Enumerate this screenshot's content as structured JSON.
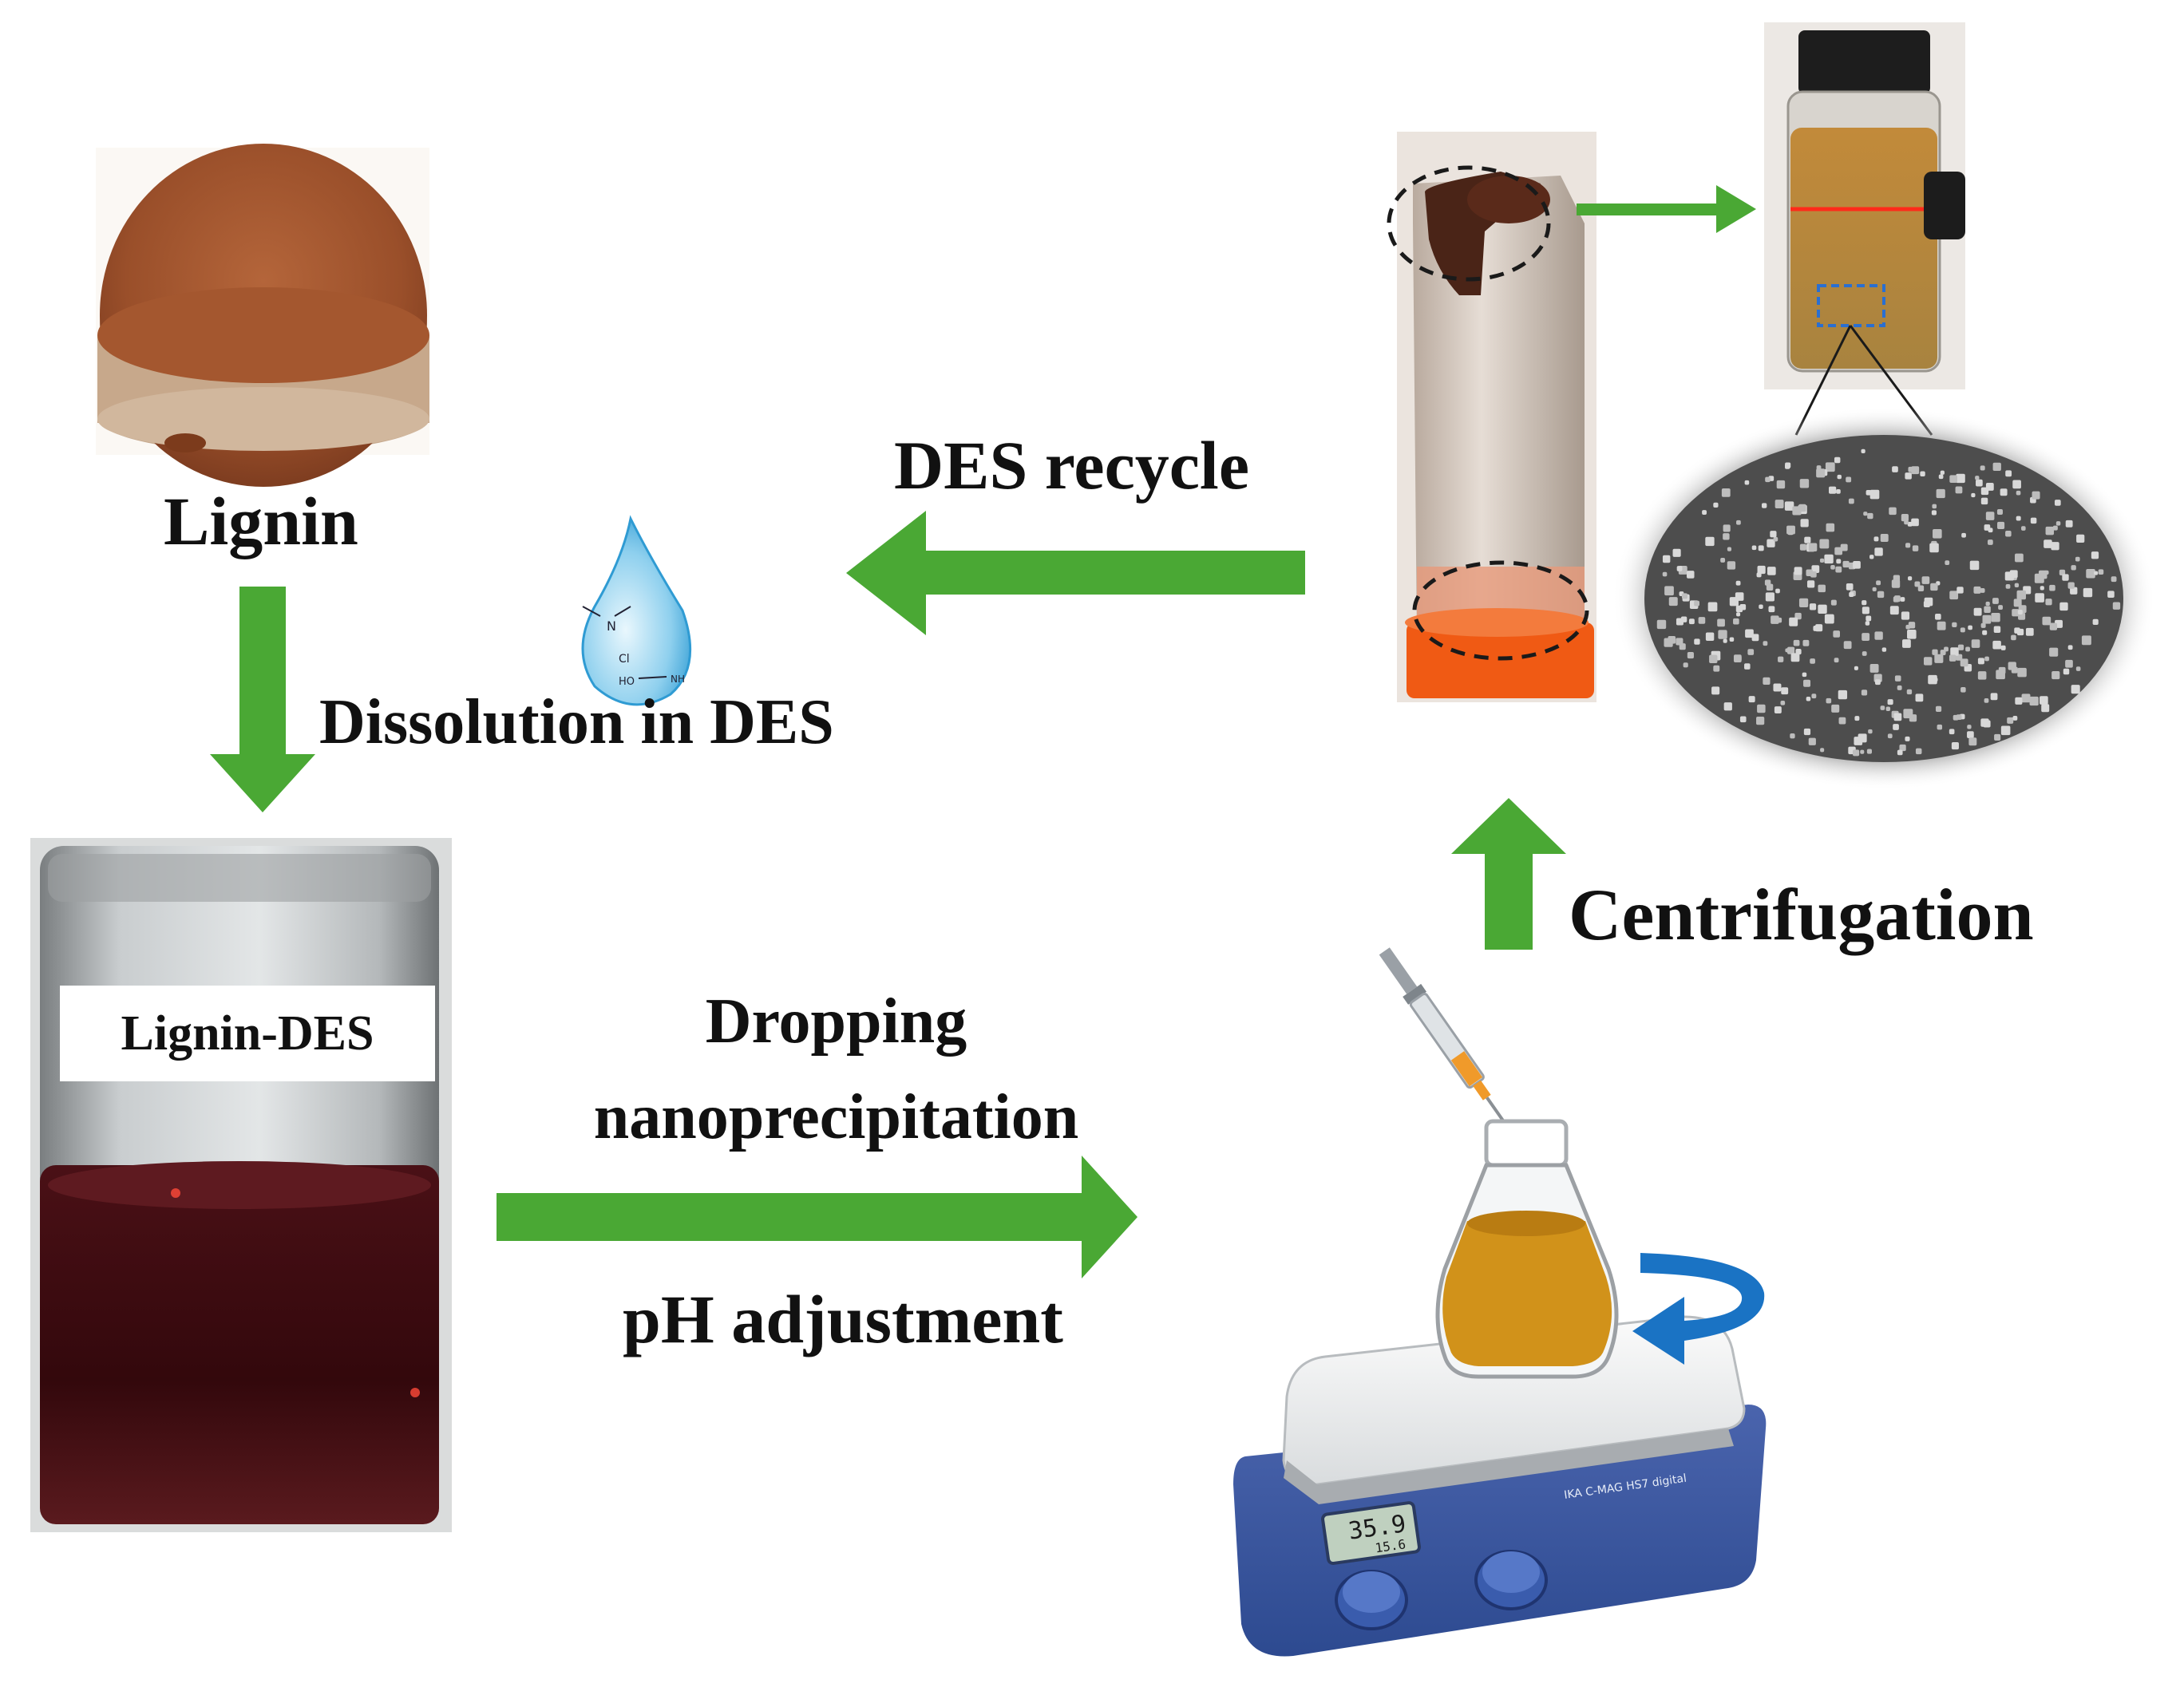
{
  "labels": {
    "lignin": "Lignin",
    "dissolution": "Dissolution in DES",
    "lignin_des": "Lignin-DES",
    "dropping_line1": "Dropping",
    "dropping_line2": "nanoprecipitation",
    "ph_adjustment": "pH adjustment",
    "centrifugation": "Centrifugation",
    "des_recycle": "DES recycle"
  },
  "device_display": {
    "brand": "IKA C-MAG HS7 digital",
    "reading_main": "35.9",
    "reading_sub": "15.6"
  },
  "colors": {
    "arrow_green": "#4aa834",
    "lignin_powder": "#a0532e",
    "lignin_des_liquid": "#3a0c10",
    "flask_liquid": "#d1921a",
    "rotation_arrow": "#1a73c4",
    "device_body": "#3a55a0",
    "tube_cap": "#f05a14",
    "vial_liquid": "#b98a3e"
  }
}
